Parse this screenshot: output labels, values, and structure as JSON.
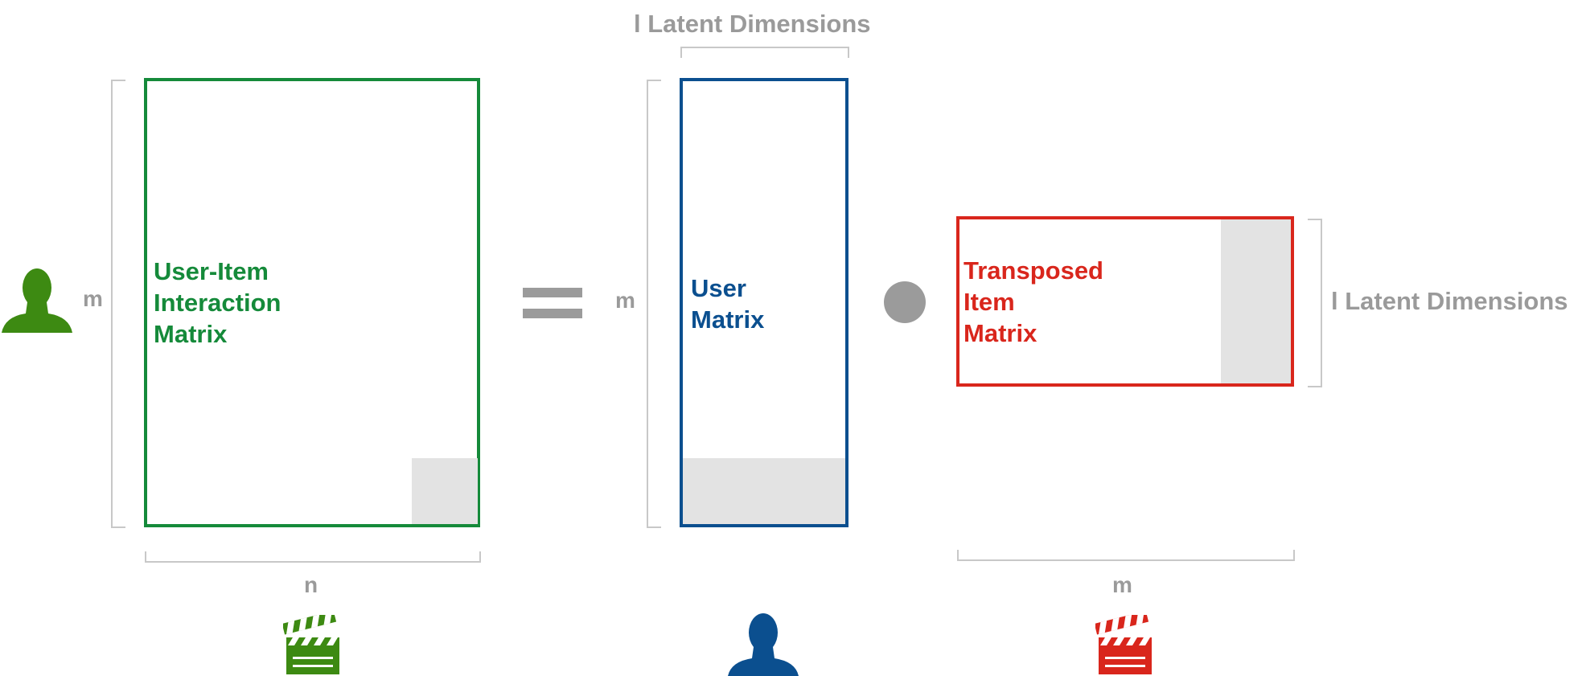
{
  "top_label": "l Latent Dimensions",
  "right_label": "l Latent Dimensions",
  "rows_label_left": "m",
  "rows_label_middle": "m",
  "cols_label_left": "n",
  "cols_label_right": "m",
  "left_matrix": {
    "title_lines": [
      "User-Item",
      "Interaction",
      "Matrix"
    ],
    "color": "#158a3a"
  },
  "user_matrix": {
    "title_lines": [
      "User",
      "Matrix"
    ],
    "color": "#0b4f8f"
  },
  "item_matrix": {
    "title_lines": [
      "Transposed",
      "Item",
      "Matrix"
    ],
    "color": "#d9261c"
  },
  "icons": {
    "user_green": "user-icon",
    "user_blue": "user-icon",
    "clapper_green": "clapperboard-icon",
    "clapper_red": "clapperboard-icon"
  },
  "colors": {
    "green": "#158a3a",
    "icon_green": "#3d8a12",
    "blue": "#0b4f8f",
    "red": "#d9261c",
    "gray_text": "#9a9a9a",
    "gray_fill": "#e3e3e3",
    "operator": "#9b9b9b"
  }
}
